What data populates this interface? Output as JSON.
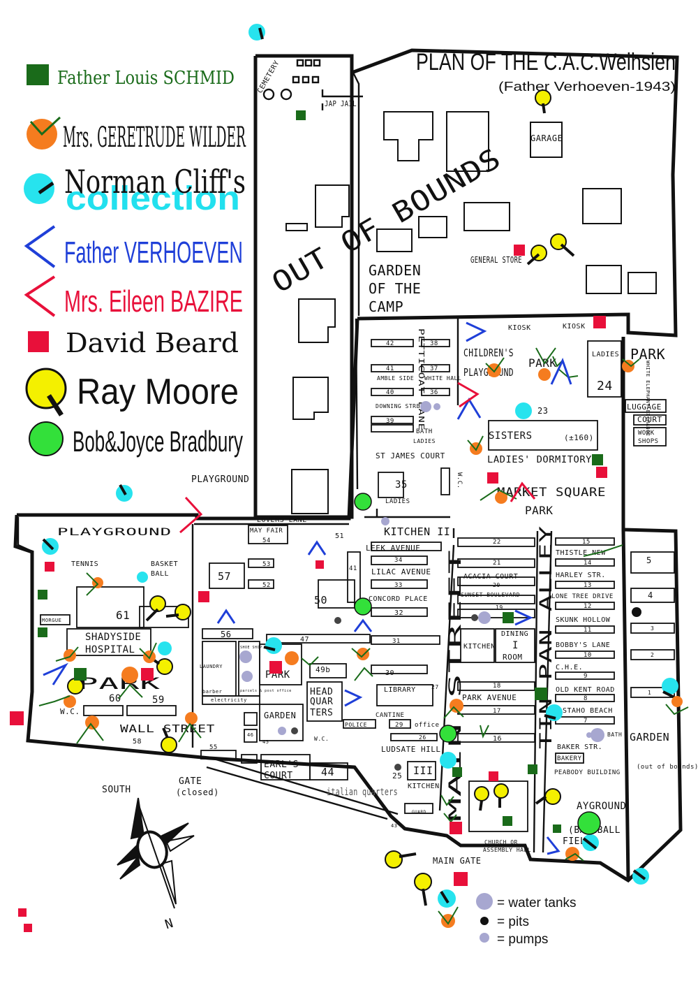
{
  "title": "PLAN OF THE C.A.C.Weihsien",
  "subtitle": "(Father Verhoeven-1943)",
  "legend": [
    {
      "label": "Father Louis SCHMID",
      "color": "#1a6b1a",
      "marker": "green-square"
    },
    {
      "label": "Mrs. GERETRUDE WILDER",
      "color": "#111111",
      "marker": "orange-circle-check"
    },
    {
      "label": "Norman Cliff's",
      "color": "#111111",
      "marker": "cyan-circle-dash"
    },
    {
      "label": "collection",
      "color": "#22e0ee",
      "marker": ""
    },
    {
      "label": "Father VERHOEVEN",
      "color": "#1f3fd8",
      "marker": "blue-chevron"
    },
    {
      "label": "Mrs. Eileen BAZIRE",
      "color": "#e8103a",
      "marker": "red-chevron"
    },
    {
      "label": "David Beard",
      "color": "#111111",
      "marker": "red-square"
    },
    {
      "label": "Ray Moore",
      "color": "#111111",
      "marker": "yellow-circle-dash"
    },
    {
      "label": "Bob&Joyce Bradbury",
      "color": "#111111",
      "marker": "green-circle"
    }
  ],
  "colors": {
    "green": "#1a6b1a",
    "orange": "#f57c1f",
    "cyan": "#27e3ee",
    "blue": "#1f3fd8",
    "red": "#e8103a",
    "yellow": "#f4f000",
    "bright_green": "#33e03a"
  },
  "labels": {
    "out_of_bounds": "OUT OF BOUNDS",
    "cemetery": "CEMETERY",
    "jap_jail": "JAP JAIL",
    "garage": "GARAGE",
    "general_store": "GENERAL STORE",
    "garden_camp_1": "GARDEN",
    "garden_camp_2": "OF THE",
    "garden_camp_3": "CAMP",
    "kiosk1": "KIOSK",
    "kiosk2": "KIOSK",
    "childrens_playground_1": "CHILDREN'S",
    "childrens_playground_2": "PLAYGROUND",
    "park1": "PARK",
    "ladies": "LADIES'",
    "park2": "PARK",
    "b24": "24",
    "white_elephant": "WHITE ELEPHANT EXCHANGE",
    "luggage": "LUGGAGE",
    "court": "COURT",
    "workshops_1": "WORK",
    "workshops_2": "SHOPS",
    "petticoat_lane": "PETTICOAT LANE",
    "b42": "42",
    "b38": "38",
    "b41": "41",
    "b37": "37",
    "amble_side": "AMBLE SIDE",
    "white_hall": "WHITE HALL",
    "b40": "40",
    "b36": "36",
    "downing": "DOWNING STREET",
    "b39": "39",
    "bath_ladies_1": "BATH",
    "bath_ladies_2": "LADIES",
    "st_james": "ST JAMES COURT",
    "b23": "23",
    "sisters": "SISTERS",
    "sisters_count": "(±160)",
    "ladies_dorm": "LADIES' DORMITORY",
    "b35": "35",
    "wc1": "W.C.",
    "ladies2": "LADIES",
    "market_square_1": "MARKET SQUARE",
    "market_square_2": "PARK",
    "playground_top": "PLAYGROUND",
    "playground_left": "PLAYGROUND",
    "lovers_lane": "LOVERS LANE",
    "mayfair": "MAY FAIR",
    "b54": "54",
    "b53": "53",
    "b52": "52",
    "b57": "57",
    "b51": "51",
    "kitchen2": "KITCHEN II",
    "leek": "LEEK AVENUE",
    "b34": "34",
    "lilac": "LILAC AVENUE",
    "b33": "33",
    "concord": "CONCORD PLACE",
    "b32": "32",
    "b50": "50",
    "b41b": "41",
    "main_street": "MAIN STREET",
    "tin_pan_alley": "TIN PAN ALLEY",
    "b22": "22",
    "b21": "21",
    "acacia": "ACACIA COURT",
    "b20": "20",
    "sunset": "SUNSET BOULEVARD",
    "b19": "19",
    "kitchen1": "KITCHEN",
    "dining_1": "DINING",
    "dining_2": "I",
    "dining_3": "ROOM",
    "b18": "18",
    "park_ave": "PARK AVENUE",
    "b17": "17",
    "b16": "16",
    "b15": "15",
    "thistle": "THISTLE NEW",
    "b14": "14",
    "harley": "HARLEY STR.",
    "b13": "13",
    "lone_tree": "LONE TREE DRIVE",
    "b12": "12",
    "skunk": "SKUNK HOLLOW",
    "b11": "11",
    "bobbys": "BOBBY'S LANE",
    "b10": "10",
    "che": "C.H.E.",
    "b9": "9",
    "old_kent": "OLD KENT ROAD",
    "b8": "8",
    "staho": "STAHO BEACH",
    "b7": "7",
    "bath2": "BATH",
    "baker": "BAKER STR.",
    "bakery": "BAKERY",
    "peabody": "PEABODY BUILDING",
    "b5": "5",
    "b4": "4",
    "b3": "3",
    "b2": "2",
    "b1": "1",
    "garden_right": "GARDEN",
    "out_of_bounds_small": "(out of bounds)",
    "tennis": "TENNIS",
    "basketball_1": "BASKET",
    "basketball_2": "BALL",
    "b61": "61",
    "shadyside_1": "SHADYSIDE",
    "shadyside_2": "HOSPITAL",
    "morgue": "MORGUE",
    "park_left": "PARK",
    "b60": "60",
    "b59": "59",
    "wc_left": "W.C.",
    "wall_street": "WALL STREET",
    "b58": "58",
    "b56": "56",
    "b47": "47",
    "shop": "SHOE SHOP",
    "laundry": "LAUNDRY",
    "park_mid": "PARK",
    "b49": "49b",
    "barber": "barber",
    "electricity": "electricity",
    "parcels": "parcels & post office",
    "hq_1": "HEAD",
    "hq_2": "QUAR",
    "hq_3": "TERS",
    "b31": "31",
    "b30": "30",
    "library": "LIBRARY",
    "b27": "27",
    "garden_mid": "GARDEN",
    "b46": "46",
    "b45": "45",
    "wc_mid": "W.C.",
    "police": "POLICE",
    "canteine": "CANTINE",
    "b29": "29",
    "office": "office",
    "b26": "26",
    "b55": "55",
    "ludsate": "LUDSATE HILL",
    "earls_1": "EARL'S",
    "earls_2": "COURT",
    "b44": "44",
    "italian": "italian quarters",
    "b25": "25",
    "kitchen3_1": "III",
    "kitchen3_2": "KITCHEN",
    "b43": "43",
    "gate_1": "GATE",
    "gate_2": "(closed)",
    "south": "SOUTH",
    "north": "N",
    "church_1": "CHURCH OR",
    "church_2": "ASSEMBLY HALL",
    "playground_br": "AYGROUND",
    "baseball_1": "(BASEBALL",
    "baseball_2": "FIEL",
    "main_gate": "MAIN GATE",
    "guard": "GUARD"
  },
  "key": [
    {
      "symbol": "water-tank",
      "label": "= water tanks"
    },
    {
      "symbol": "pit",
      "label": "= pits"
    },
    {
      "symbol": "pump",
      "label": "= pumps"
    }
  ]
}
